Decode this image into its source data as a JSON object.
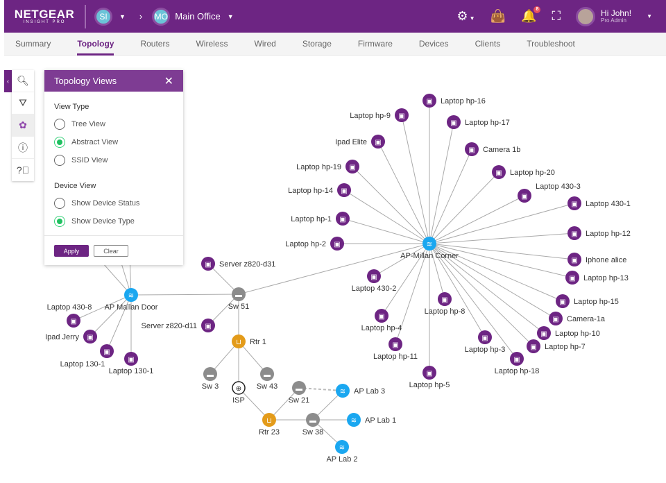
{
  "header": {
    "logo": "NETGEAR",
    "logo_sub": "INSIGHT PRO",
    "org_initials": "SI",
    "location_initials": "MO",
    "location": "Main Office",
    "notification_count": "8",
    "greeting": "Hi John!",
    "role": "Pro Admin"
  },
  "tabs": [
    "Summary",
    "Topology",
    "Routers",
    "Wireless",
    "Wired",
    "Storage",
    "Firmware",
    "Devices",
    "Clients",
    "Troubleshoot"
  ],
  "active_tab": "Topology",
  "panel": {
    "title": "Topology Views",
    "view_type_label": "View Type",
    "view_types": [
      {
        "label": "Tree View",
        "selected": false
      },
      {
        "label": "Abstract View",
        "selected": true
      },
      {
        "label": "SSID View",
        "selected": false
      }
    ],
    "device_view_label": "Device View",
    "device_views": [
      {
        "label": "Show Device Status",
        "selected": false
      },
      {
        "label": "Show Device Type",
        "selected": true
      }
    ],
    "apply": "Apply",
    "clear": "Clear"
  },
  "colors": {
    "brand": "#6d2583",
    "client": "#6d2583",
    "ap": "#1aa7f0",
    "switch": "#8c8c8c",
    "router": "#e39b1a"
  },
  "topology": {
    "nodes": [
      {
        "id": "apc",
        "label": "AP-Millan Corner",
        "type": "ap"
      },
      {
        "id": "hp16",
        "label": "Laptop hp-16",
        "type": "client"
      },
      {
        "id": "hp9",
        "label": "Laptop hp-9",
        "type": "client"
      },
      {
        "id": "hp17",
        "label": "Laptop hp-17",
        "type": "client"
      },
      {
        "id": "ipe",
        "label": "Ipad Elite",
        "type": "client"
      },
      {
        "id": "c1b",
        "label": "Camera 1b",
        "type": "client"
      },
      {
        "id": "hp19",
        "label": "Laptop hp-19",
        "type": "client"
      },
      {
        "id": "hp20",
        "label": "Laptop hp-20",
        "type": "client"
      },
      {
        "id": "hp14",
        "label": "Laptop hp-14",
        "type": "client"
      },
      {
        "id": "l4303",
        "label": "Laptop 430-3",
        "type": "client"
      },
      {
        "id": "l4301",
        "label": "Laptop 430-1",
        "type": "client"
      },
      {
        "id": "hp1",
        "label": "Laptop hp-1",
        "type": "client"
      },
      {
        "id": "hp12",
        "label": "Laptop hp-12",
        "type": "client"
      },
      {
        "id": "hp2",
        "label": "Laptop hp-2",
        "type": "client"
      },
      {
        "id": "ipa",
        "label": "Iphone alice",
        "type": "client"
      },
      {
        "id": "hp13",
        "label": "Laptop hp-13",
        "type": "client"
      },
      {
        "id": "l4302",
        "label": "Laptop 430-2",
        "type": "client"
      },
      {
        "id": "hp15",
        "label": "Laptop hp-15",
        "type": "client"
      },
      {
        "id": "hp8",
        "label": "Laptop hp-8",
        "type": "client"
      },
      {
        "id": "c1a",
        "label": "Camera-1a",
        "type": "client"
      },
      {
        "id": "hp4",
        "label": "Laptop hp-4",
        "type": "client"
      },
      {
        "id": "hp10",
        "label": "Laptop hp-10",
        "type": "client"
      },
      {
        "id": "hp7",
        "label": "Laptop hp-7",
        "type": "client"
      },
      {
        "id": "hp3",
        "label": "Laptop hp-3",
        "type": "client"
      },
      {
        "id": "hp11",
        "label": "Laptop hp-11",
        "type": "client"
      },
      {
        "id": "hp18",
        "label": "Laptop hp-18",
        "type": "client"
      },
      {
        "id": "hp5",
        "label": "Laptop hp-5",
        "type": "client"
      },
      {
        "id": "apd",
        "label": "AP Mallan Door",
        "type": "ap"
      },
      {
        "id": "l4308",
        "label": "Laptop 430-8",
        "type": "client"
      },
      {
        "id": "ipj",
        "label": "Ipad Jerry",
        "type": "client"
      },
      {
        "id": "l1301a",
        "label": "Laptop 130-1",
        "type": "client"
      },
      {
        "id": "l1301b",
        "label": "Laptop 130-1",
        "type": "client"
      },
      {
        "id": "sw51",
        "label": "Sw 51",
        "type": "switch"
      },
      {
        "id": "s31",
        "label": "Server z820-d31",
        "type": "client"
      },
      {
        "id": "s11",
        "label": "Server z820-d11",
        "type": "client"
      },
      {
        "id": "rtr1",
        "label": "Rtr 1",
        "type": "router"
      },
      {
        "id": "sw3",
        "label": "Sw 3",
        "type": "switch"
      },
      {
        "id": "isp",
        "label": "ISP",
        "type": "isp"
      },
      {
        "id": "sw43",
        "label": "Sw 43",
        "type": "switch"
      },
      {
        "id": "rtr23",
        "label": "Rtr 23",
        "type": "router"
      },
      {
        "id": "sw21",
        "label": "Sw 21",
        "type": "switch"
      },
      {
        "id": "sw38",
        "label": "Sw 38",
        "type": "switch"
      },
      {
        "id": "apl3",
        "label": "AP Lab 3",
        "type": "ap"
      },
      {
        "id": "apl1",
        "label": "AP Lab 1",
        "type": "ap"
      },
      {
        "id": "apl2",
        "label": "AP Lab 2",
        "type": "ap"
      }
    ],
    "edges": [
      [
        "apc",
        "hp16"
      ],
      [
        "apc",
        "hp9"
      ],
      [
        "apc",
        "hp17"
      ],
      [
        "apc",
        "ipe"
      ],
      [
        "apc",
        "c1b"
      ],
      [
        "apc",
        "hp19"
      ],
      [
        "apc",
        "hp20"
      ],
      [
        "apc",
        "hp14"
      ],
      [
        "apc",
        "l4303"
      ],
      [
        "apc",
        "l4301"
      ],
      [
        "apc",
        "hp1"
      ],
      [
        "apc",
        "hp12"
      ],
      [
        "apc",
        "hp2"
      ],
      [
        "apc",
        "ipa"
      ],
      [
        "apc",
        "hp13"
      ],
      [
        "apc",
        "l4302"
      ],
      [
        "apc",
        "hp15"
      ],
      [
        "apc",
        "hp8"
      ],
      [
        "apc",
        "c1a"
      ],
      [
        "apc",
        "hp4"
      ],
      [
        "apc",
        "hp10"
      ],
      [
        "apc",
        "hp7"
      ],
      [
        "apc",
        "hp3"
      ],
      [
        "apc",
        "hp11"
      ],
      [
        "apc",
        "hp18"
      ],
      [
        "apc",
        "hp5"
      ],
      [
        "apd",
        "l4308"
      ],
      [
        "apd",
        "ipj"
      ],
      [
        "apd",
        "l1301a"
      ],
      [
        "apd",
        "l1301b"
      ],
      [
        "apd",
        "h1"
      ],
      [
        "apd",
        "h2"
      ],
      [
        "apd",
        "h3"
      ],
      [
        "sw51",
        "apc"
      ],
      [
        "sw51",
        "apd"
      ],
      [
        "sw51",
        "s31"
      ],
      [
        "sw51",
        "s11"
      ],
      [
        "sw51",
        "rtr1"
      ],
      [
        "rtr1",
        "sw3"
      ],
      [
        "rtr1",
        "isp"
      ],
      [
        "rtr1",
        "sw43"
      ],
      [
        "isp",
        "rtr23"
      ],
      [
        "rtr23",
        "sw21"
      ],
      [
        "rtr23",
        "sw38"
      ],
      [
        "sw38",
        "apl3"
      ],
      [
        "sw38",
        "apl1"
      ],
      [
        "sw38",
        "apl2"
      ],
      [
        "sw21",
        "apl3",
        "dashed"
      ]
    ]
  }
}
